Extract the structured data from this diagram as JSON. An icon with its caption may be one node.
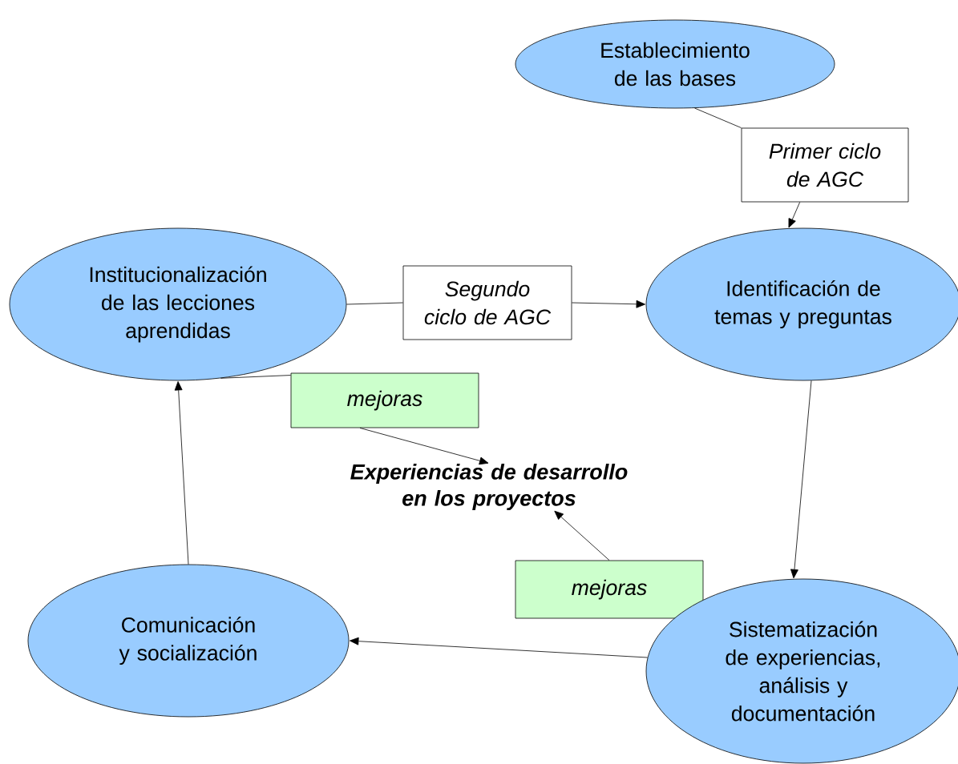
{
  "diagram": {
    "nodes": [
      {
        "text": [
          "Establecimiento de las bases"
        ]
      },
      {
        "text": [
          "Primer ciclo de AGC"
        ]
      },
      {
        "text": [
          "Identificación de temas y preguntas"
        ]
      },
      {
        "text": [
          "Institucionalización de las lecciones aprendidas"
        ]
      },
      {
        "text": [
          "Segundo ciclo de AGC"
        ]
      },
      {
        "text": [
          "mejoras"
        ]
      },
      {
        "text": [
          "Experiencias de desarrollo en los proyectos"
        ]
      },
      {
        "text": [
          "mejoras"
        ]
      },
      {
        "text": [
          "Comunicación y socialización"
        ]
      },
      {
        "text": [
          "Sistematización de experiencias, análisis y documentación"
        ]
      }
    ],
    "edges": [
      {
        "from": 0,
        "to": 1,
        "arrow": "none"
      },
      {
        "from": 1,
        "to": 2,
        "arrow": "to"
      },
      {
        "from": 3,
        "to": 4,
        "arrow": "none"
      },
      {
        "from": 4,
        "to": 2,
        "arrow": "to"
      },
      {
        "from": 3,
        "to": 5,
        "arrow": "none"
      },
      {
        "from": 5,
        "to": 6,
        "arrow": "to"
      },
      {
        "from": 7,
        "to": 6,
        "arrow": "to"
      },
      {
        "from": 2,
        "to": 9,
        "arrow": "to"
      },
      {
        "from": 9,
        "to": 8,
        "arrow": "to"
      },
      {
        "from": 8,
        "to": 3,
        "arrow": "to"
      }
    ]
  }
}
